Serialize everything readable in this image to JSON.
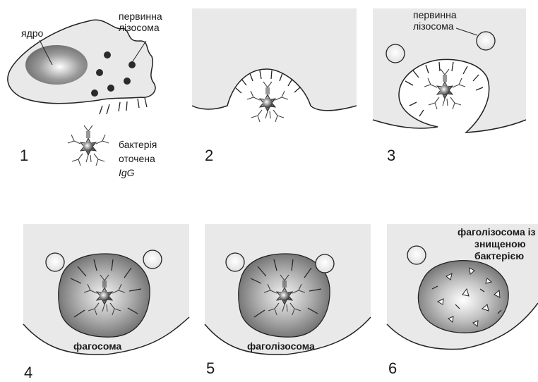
{
  "panels": [
    {
      "number": "1",
      "labels": {
        "nucleus": "ядро",
        "lysosome_l1": "первинна",
        "lysosome_l2": "лізосома",
        "bacteria_l1": "бактерія",
        "bacteria_l2": "оточена",
        "bacteria_l3": "IgG"
      }
    },
    {
      "number": "2"
    },
    {
      "number": "3",
      "labels": {
        "lysosome_l1": "первинна",
        "lysosome_l2": "лізосома"
      }
    },
    {
      "number": "4",
      "labels": {
        "phagosome": "фагосома"
      }
    },
    {
      "number": "5",
      "labels": {
        "phagolysosome": "фаголізосома"
      }
    },
    {
      "number": "6",
      "labels": {
        "l1": "фаголізосома із",
        "l2": "знищеною",
        "l3": "бактерією"
      }
    }
  ],
  "colors": {
    "cell": "#e9e9e9",
    "outline": "#222222",
    "nucleus": "#8a8a8a",
    "granule": "#2b2b2b",
    "vacuole": "#7d7d7d",
    "white": "#ffffff"
  },
  "icons": [
    "bacterium-icon",
    "antibody-icon",
    "lysosome-icon",
    "nucleus-icon"
  ]
}
